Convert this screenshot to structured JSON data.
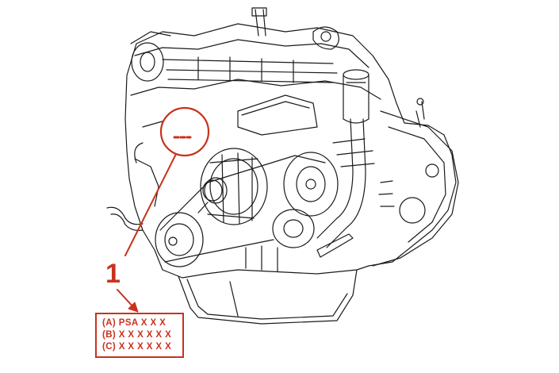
{
  "callout": {
    "number": "1",
    "label_lines": [
      "(A) PSA X X X",
      "(B) X X X X X X",
      "(C) X X X X X X"
    ]
  },
  "colors": {
    "accent": "#c8321e",
    "line_art": "#1a1a1a",
    "background": "#ffffff"
  }
}
